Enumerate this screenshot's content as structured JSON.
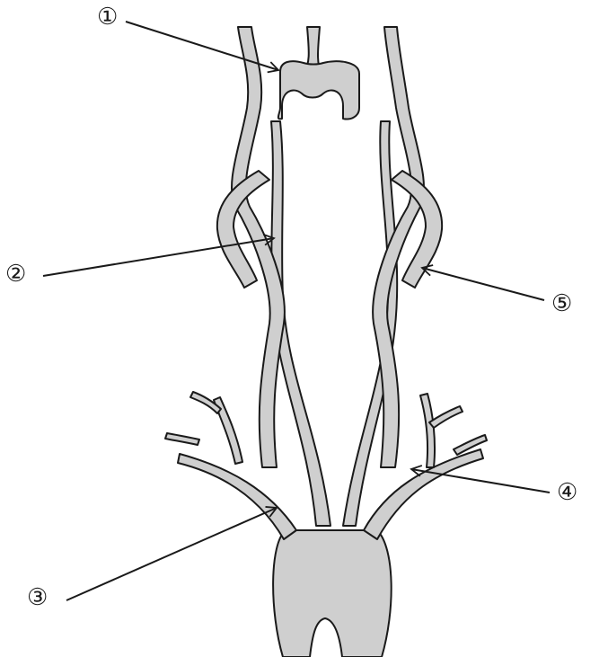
{
  "diagram": {
    "vessel_fill": "#cfcfcf",
    "vessel_stroke": "#1a1a1a",
    "labels": [
      {
        "id": "1",
        "text": "①"
      },
      {
        "id": "2",
        "text": "②"
      },
      {
        "id": "3",
        "text": "③"
      },
      {
        "id": "4",
        "text": "④"
      },
      {
        "id": "5",
        "text": "⑤"
      }
    ]
  }
}
